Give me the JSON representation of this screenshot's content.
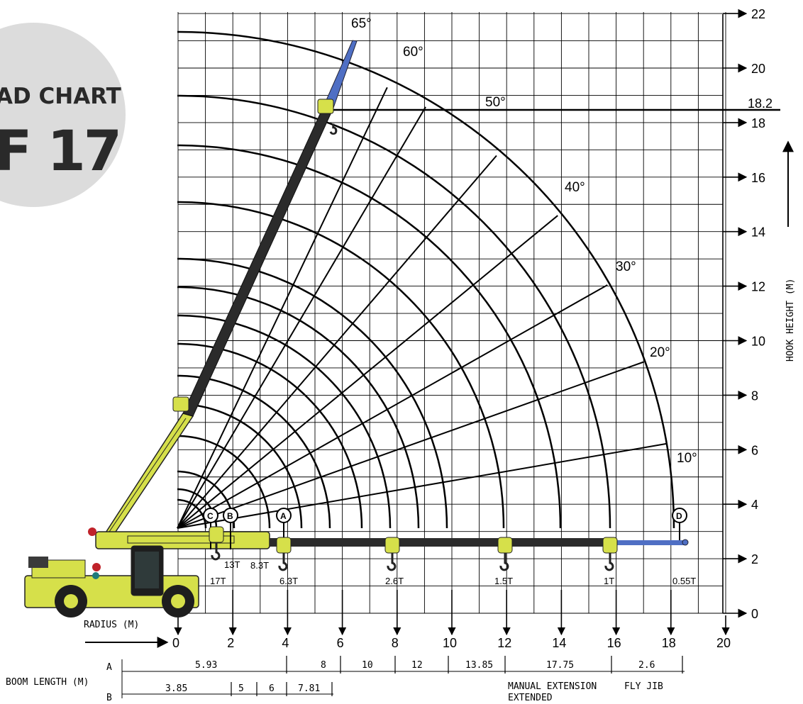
{
  "badge": {
    "line1": "AD CHART",
    "line2": "F 17"
  },
  "axes": {
    "x_label": "RADIUS (M)",
    "y_label": "HOOK HEIGHT (M)",
    "x_ticks": [
      "0",
      "2",
      "4",
      "6",
      "8",
      "10",
      "12",
      "14",
      "16",
      "18",
      "20"
    ],
    "y_ticks": [
      "0",
      "2",
      "4",
      "6",
      "8",
      "10",
      "12",
      "14",
      "16",
      "18",
      "20",
      "22"
    ],
    "max_height_label": "18.2"
  },
  "boom_angles": [
    "65°",
    "60°",
    "50°",
    "40°",
    "30°",
    "20°",
    "10°"
  ],
  "boom_configs": [
    "C",
    "B",
    "A",
    "D"
  ],
  "capacities": {
    "c_lift": "13T",
    "c_rated": "17T",
    "b_rated": "8.3T",
    "a_rated": "6.3T",
    "h8": "2.6T",
    "h12": "1.5T",
    "h16": "1T",
    "d_rated": "0.55T"
  },
  "boom_length": {
    "label": "BOOM LENGTH (M)",
    "row_a_label": "A",
    "row_b_label": "B",
    "row_a": [
      "5.93",
      "8",
      "10",
      "12",
      "13.85",
      "17.75",
      "2.6"
    ],
    "row_b": [
      "3.85",
      "5",
      "6",
      "7.81"
    ],
    "manual_extension_label": "MANUAL EXTENSION",
    "extended_label": "EXTENDED",
    "fly_jib_label": "FLY JIB"
  },
  "colors": {
    "crane_body": "#d6e04a",
    "boom_dark": "#2b2b2b",
    "jib_blue": "#4f6fc4",
    "badge_bg": "#dcdcdc",
    "grid": "#000000"
  }
}
